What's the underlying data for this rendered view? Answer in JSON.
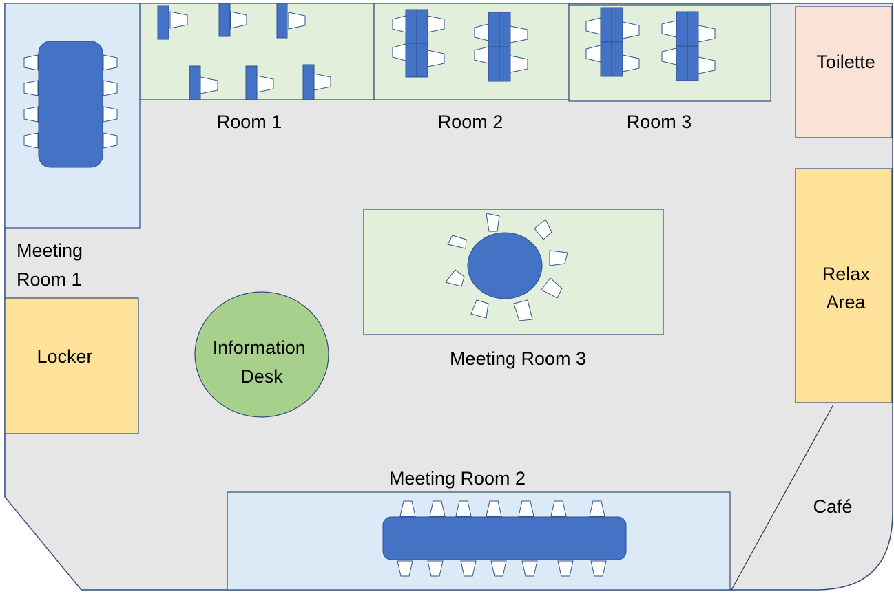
{
  "colors": {
    "floor": "#e6e6e6",
    "outline": "#2f4a7a",
    "room_green": "#e2efda",
    "room_blue": "#dce9f6",
    "yellow": "#ffe29a",
    "toilette": "#fbe2d6",
    "desk_green": "#a8d08d",
    "furniture": "#4472c4",
    "chair": "#ffffff"
  },
  "labels": {
    "room1": "Room 1",
    "room2": "Room 2",
    "room3": "Room 3",
    "toilette": "Toilette",
    "meeting_room_1": [
      "Meeting",
      "Room 1"
    ],
    "meeting_room_3": "Meeting Room 3",
    "meeting_room_2": "Meeting Room 2",
    "locker": "Locker",
    "information_desk": [
      "Information",
      "Desk"
    ],
    "relax_area": [
      "Relax",
      "Area"
    ],
    "cafe": "Café"
  }
}
